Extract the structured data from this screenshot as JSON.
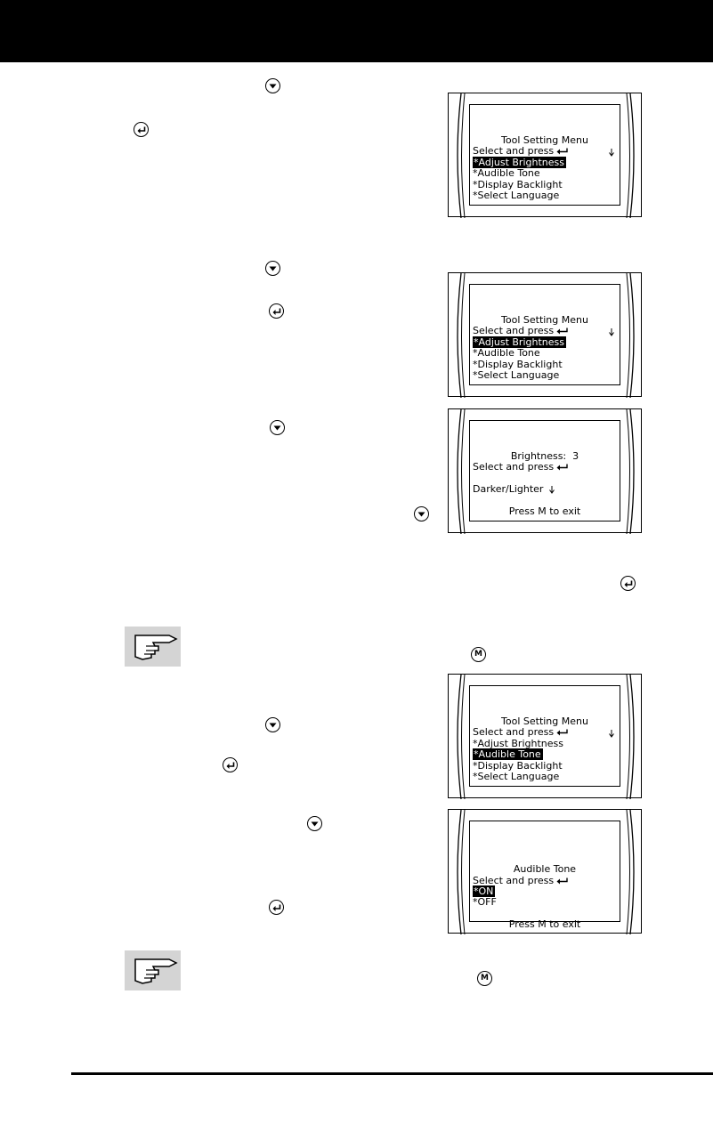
{
  "screens": [
    {
      "title": "Tool Setting Menu",
      "prompt": "Select and press",
      "items": [
        "*Adjust Brightness",
        "*Audible Tone",
        "*Display Backlight",
        "*Select Language"
      ],
      "selected": 0
    },
    {
      "title": "Tool Setting Menu",
      "prompt": "Select and press",
      "items": [
        "*Adjust Brightness",
        "*Audible Tone",
        "*Display Backlight",
        "*Select Language"
      ],
      "selected": 0
    },
    {
      "title": "Brightness:  3",
      "prompt": "Select and press",
      "option_label": "Darker/Lighter",
      "footer": "Press M to exit"
    },
    {
      "title": "Tool Setting Menu",
      "prompt": "Select and press",
      "items": [
        "*Adjust Brightness",
        "*Audible Tone",
        "*Display Backlight",
        "*Select Language"
      ],
      "selected": 1
    },
    {
      "title": "Audible Tone",
      "prompt": "Select and press",
      "options": [
        "*ON",
        "*OFF"
      ],
      "selected": 0,
      "footer": "Press M to exit"
    }
  ],
  "icons": {
    "down": "down-arrow-button-icon",
    "enter": "enter-button-icon",
    "mode": "m-button-icon",
    "note": "pointing-hand-note-icon"
  },
  "mode_button_letter": "M"
}
